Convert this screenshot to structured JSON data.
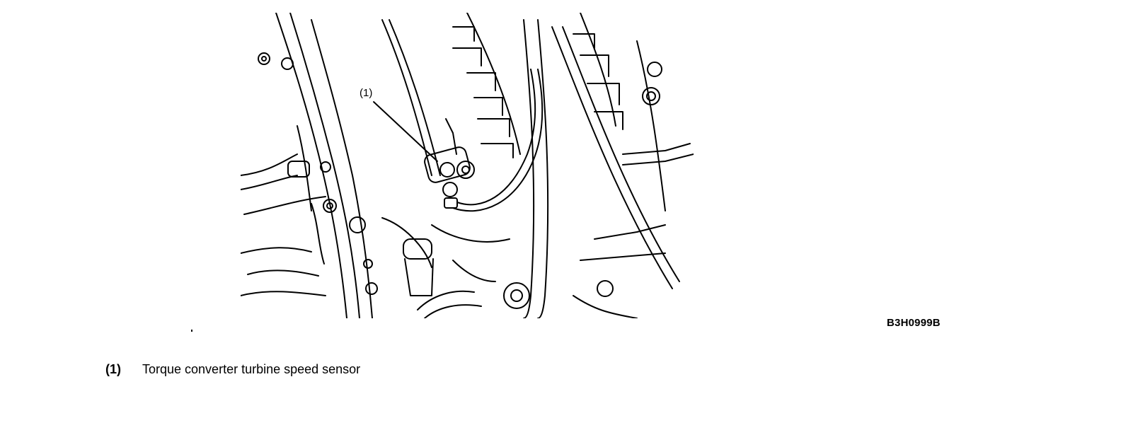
{
  "figure": {
    "callout_label": "(1)",
    "code": "B3H0999B"
  },
  "legend": [
    {
      "number": "(1)",
      "description": "Torque converter turbine speed sensor"
    }
  ]
}
